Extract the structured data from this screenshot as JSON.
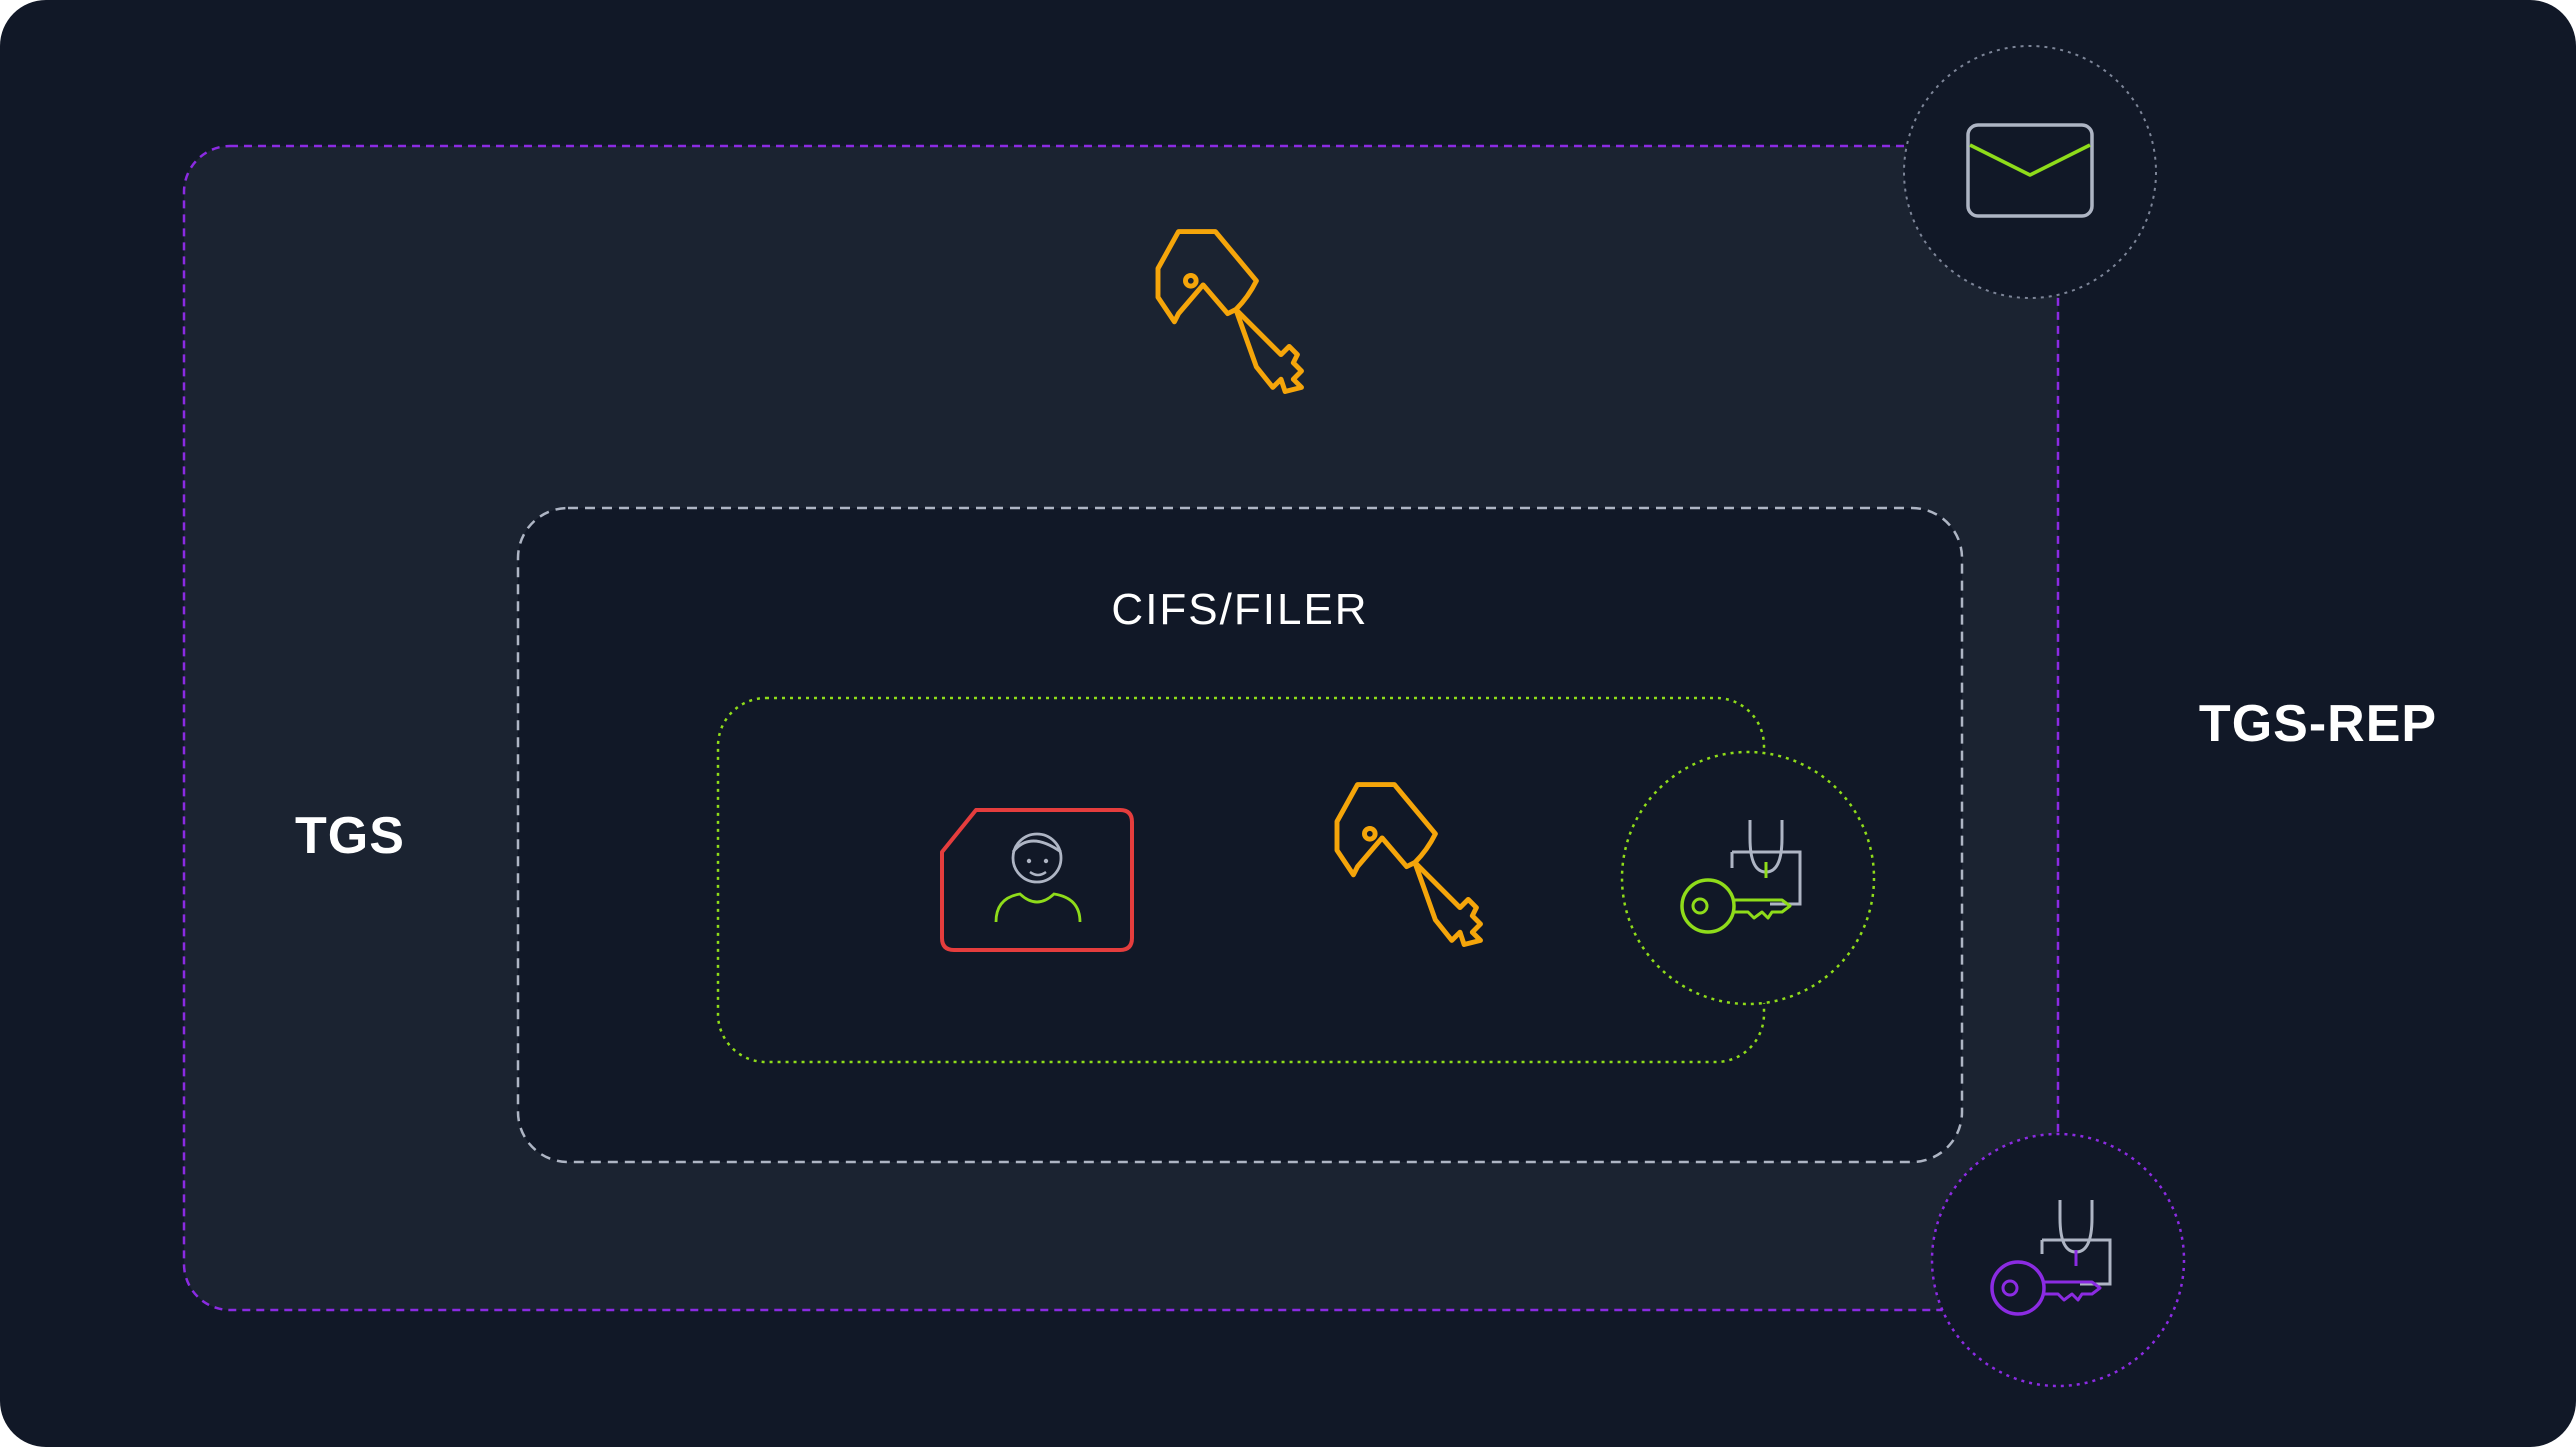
{
  "labels": {
    "tgs": "TGS",
    "tgs_rep": "TGS-REP",
    "service": "CIFS/FILER"
  },
  "icons": {
    "message": "envelope-icon",
    "session_key": "key-icon",
    "user_identity": "user-card-icon",
    "inner_key": "key-icon",
    "encrypted_key_inner": "lock-key-icon",
    "encrypted_key_outer": "lock-key-icon"
  },
  "colors": {
    "background": "#111827",
    "panel": "#1b2331",
    "purple": "#8b2be2",
    "green": "#8fdc1a",
    "orange": "#f5a50a",
    "red": "#e53d3d",
    "grey": "#9aa3b5"
  }
}
